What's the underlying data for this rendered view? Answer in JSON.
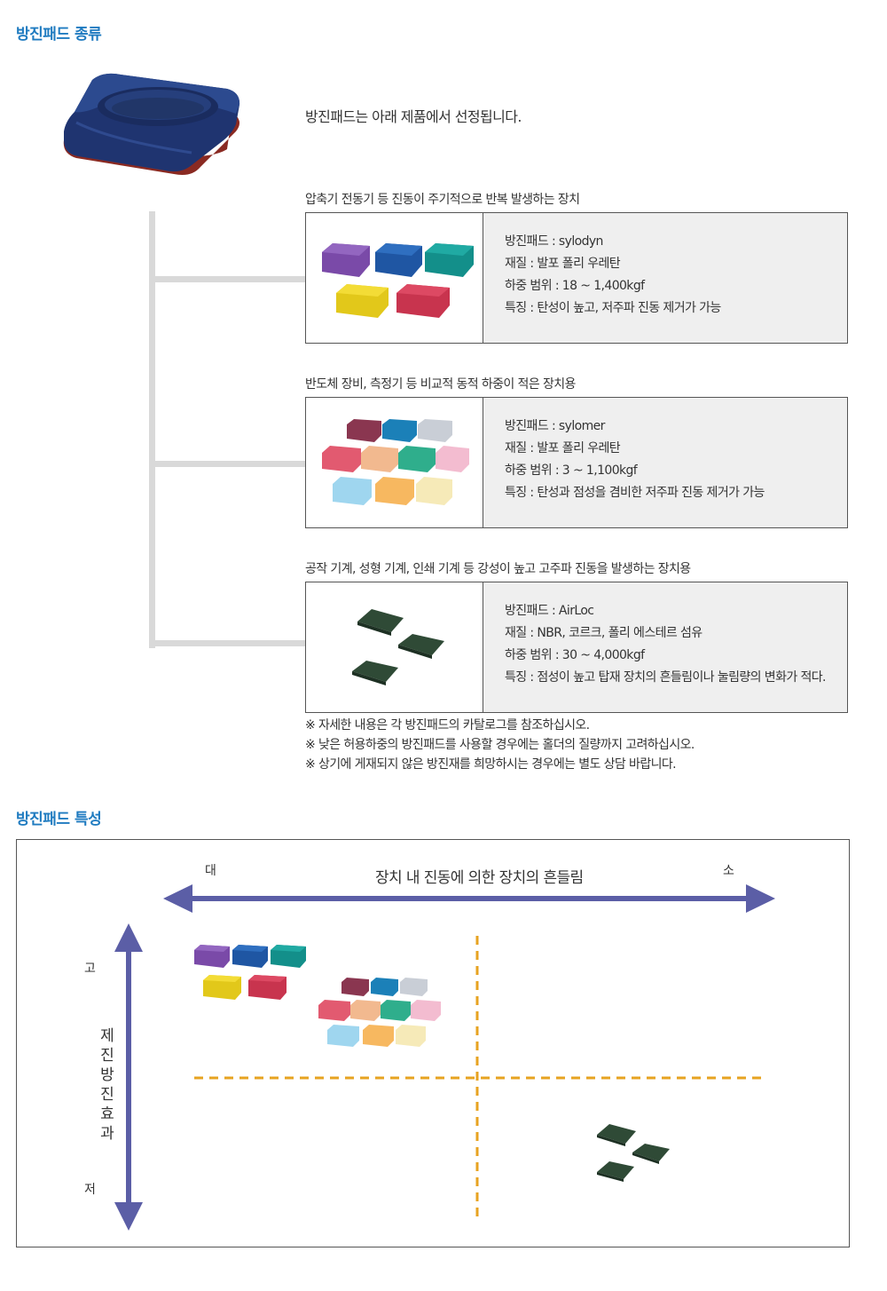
{
  "section1": {
    "title": "방진패드 종류",
    "intro": "방진패드는 아래 제품에서 선정됩니다."
  },
  "categories": [
    {
      "title": "압축기 전동기 등 진동이 주기적으로 반복 발생하는 장치",
      "product": "방진패드 : sylodyn",
      "material": "재질 : 발포 폴리 우레탄",
      "load": "하중 범위 : 18 ~ 1,400kgf",
      "feature": "특징 : 탄성이 높고, 저주파 진동 제거가 가능"
    },
    {
      "title": "반도체 장비, 측정기 등 비교적 동적 하중이 적은 장치용",
      "product": "방진패드 : sylomer",
      "material": "재질 : 발포 폴리 우레탄",
      "load": "하중 범위 : 3 ~ 1,100kgf",
      "feature": "특징 : 탄성과 점성을 겸비한 저주파 진동 제거가 가능"
    },
    {
      "title": "공작 기계, 성형 기계, 인쇄 기계 등 강성이 높고 고주파 진동을 발생하는 장치용",
      "product": "방진패드 : AirLoc",
      "material": "재질 : NBR, 코르크, 폴리 에스테르 섬유",
      "load": "하중 범위 : 30 ~ 4,000kgf",
      "feature": "특징 : 점성이 높고 탑재 장치의 흔들림이나 눌림량의 변화가 적다."
    }
  ],
  "notes": [
    "※ 자세한 내용은 각 방진패드의 카탈로그를 참조하십시오.",
    "※ 낮은 허용하중의 방진패드를 사용할 경우에는 홀더의 질량까지 고려하십시오.",
    "※ 상기에 게재되지 않은 방진재를 희망하시는 경우에는 별도 상담 바랍니다."
  ],
  "section2": {
    "title": "방진패드 특성",
    "x_axis_title": "장치 내 진동에 의한 장치의 흔들림",
    "x_left": "대",
    "x_right": "소",
    "y_axis_title": "제진방진효과",
    "y_top": "고",
    "y_bottom": "저"
  },
  "colors": {
    "title_blue": "#1f7bc0",
    "arrow": "#5b5ea6",
    "dash": "#e7a321",
    "holder": "#1f3470"
  },
  "icons": [
    "holder-pad-photo",
    "sylodyn-pads-photo",
    "sylomer-pads-photo",
    "airloc-pads-photo"
  ]
}
